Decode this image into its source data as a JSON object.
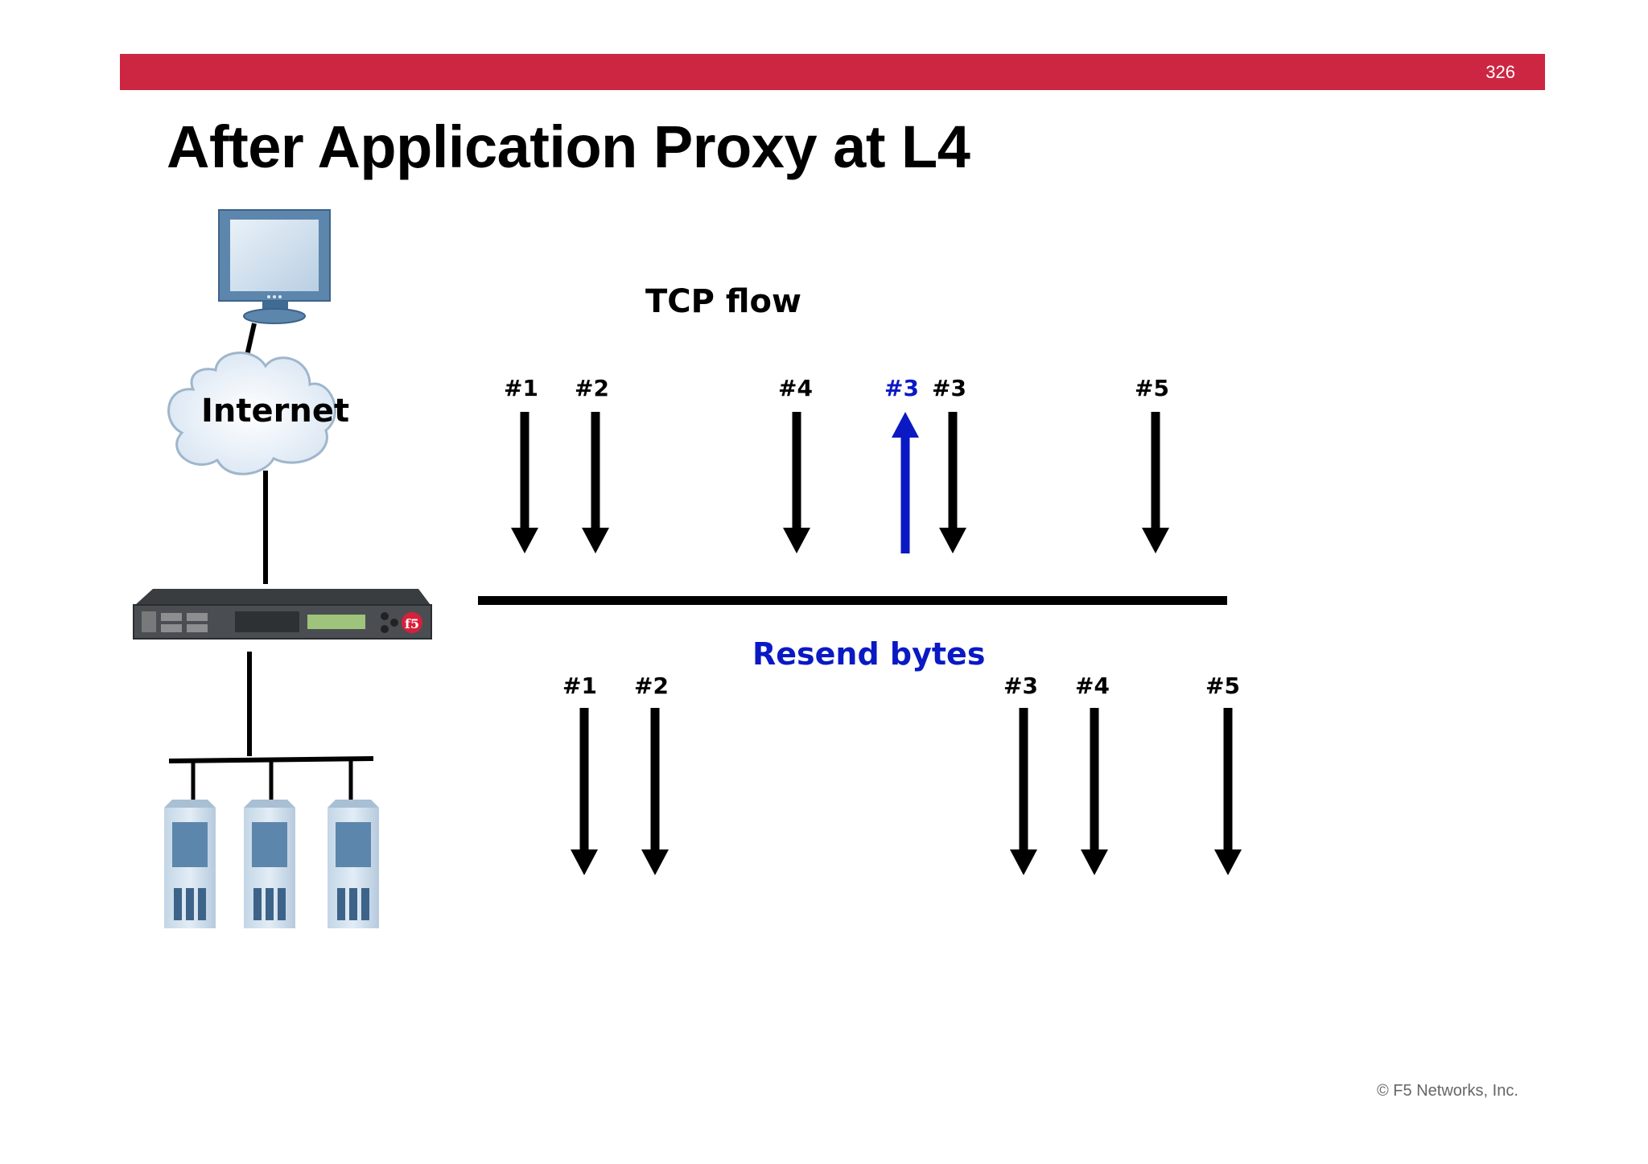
{
  "slide": {
    "page_number": "326",
    "title": "After Application Proxy at L4",
    "copyright": "© F5 Networks, Inc."
  },
  "network": {
    "cloud_label": "Internet",
    "icons": [
      "computer-monitor-icon",
      "internet-cloud-icon",
      "f5-appliance-icon",
      "server-icon"
    ]
  },
  "top_flow": {
    "heading": "TCP flow",
    "packets": [
      {
        "label": "#1",
        "direction": "down",
        "color": "#000000"
      },
      {
        "label": "#2",
        "direction": "down",
        "color": "#000000"
      },
      {
        "label": "#4",
        "direction": "down",
        "color": "#000000"
      },
      {
        "label": "#3",
        "direction": "up",
        "color": "#0a19c4"
      },
      {
        "label": "#3",
        "direction": "down",
        "color": "#000000"
      },
      {
        "label": "#5",
        "direction": "down",
        "color": "#000000"
      }
    ]
  },
  "bottom_flow": {
    "heading": "Resend bytes",
    "packets": [
      {
        "label": "#1",
        "direction": "down",
        "color": "#000000"
      },
      {
        "label": "#2",
        "direction": "down",
        "color": "#000000"
      },
      {
        "label": "#3",
        "direction": "down",
        "color": "#000000"
      },
      {
        "label": "#4",
        "direction": "down",
        "color": "#000000"
      },
      {
        "label": "#5",
        "direction": "down",
        "color": "#000000"
      }
    ]
  },
  "colors": {
    "header_bar": "#cd2642",
    "highlight_blue": "#0a19c4"
  }
}
